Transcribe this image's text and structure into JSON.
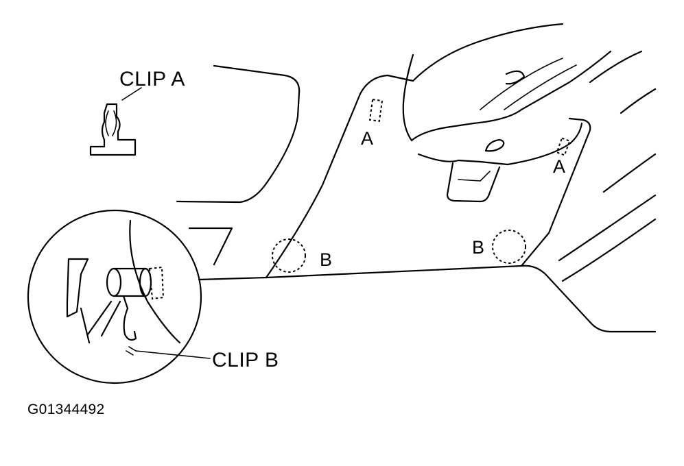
{
  "labels": {
    "clip_a": "CLIP A",
    "clip_b": "CLIP B",
    "loc_a_left": "A",
    "loc_a_right": "A",
    "loc_b_left": "B",
    "loc_b_right": "B",
    "figure_code": "G01344492"
  },
  "colors": {
    "line": "#000000",
    "background": "#ffffff"
  }
}
